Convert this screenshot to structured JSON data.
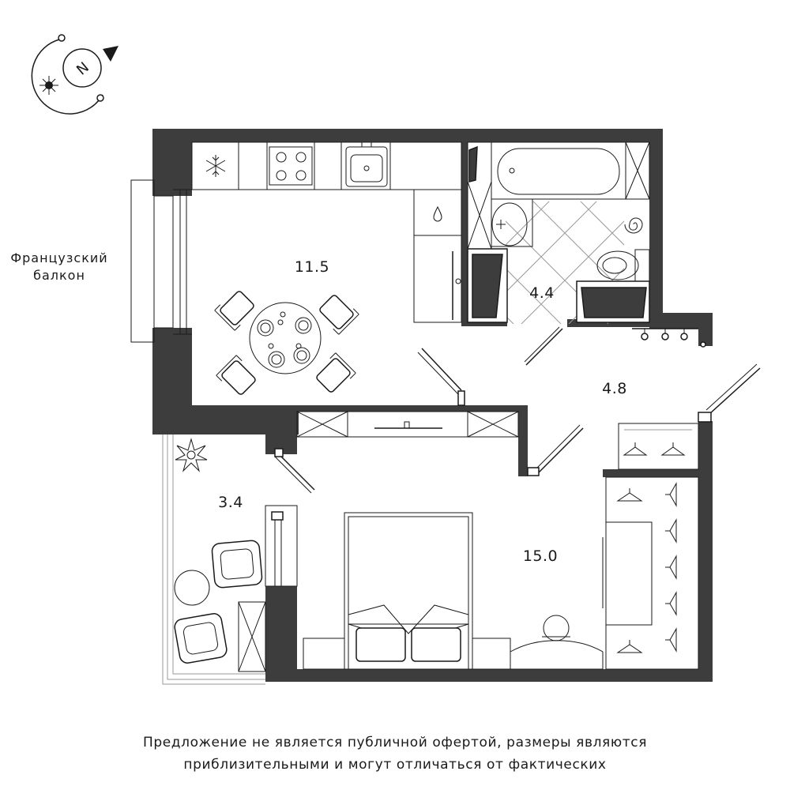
{
  "rooms": {
    "kitchen_area": "11.5",
    "bathroom_area": "4.4",
    "hallway_area": "4.8",
    "loggia_area": "3.4",
    "bedroom_area": "15.0"
  },
  "labels": {
    "french_balcony_line1": "Французский",
    "french_balcony_line2": "балкон"
  },
  "compass": {
    "letter": "N"
  },
  "disclaimer": {
    "line1": "Предложение не является публичной офертой, размеры являются",
    "line2": "приблизительными и могут отличаться от фактических"
  },
  "colors": {
    "wall": "#3d3d3d",
    "line": "#1a1a1a",
    "background": "#ffffff"
  }
}
